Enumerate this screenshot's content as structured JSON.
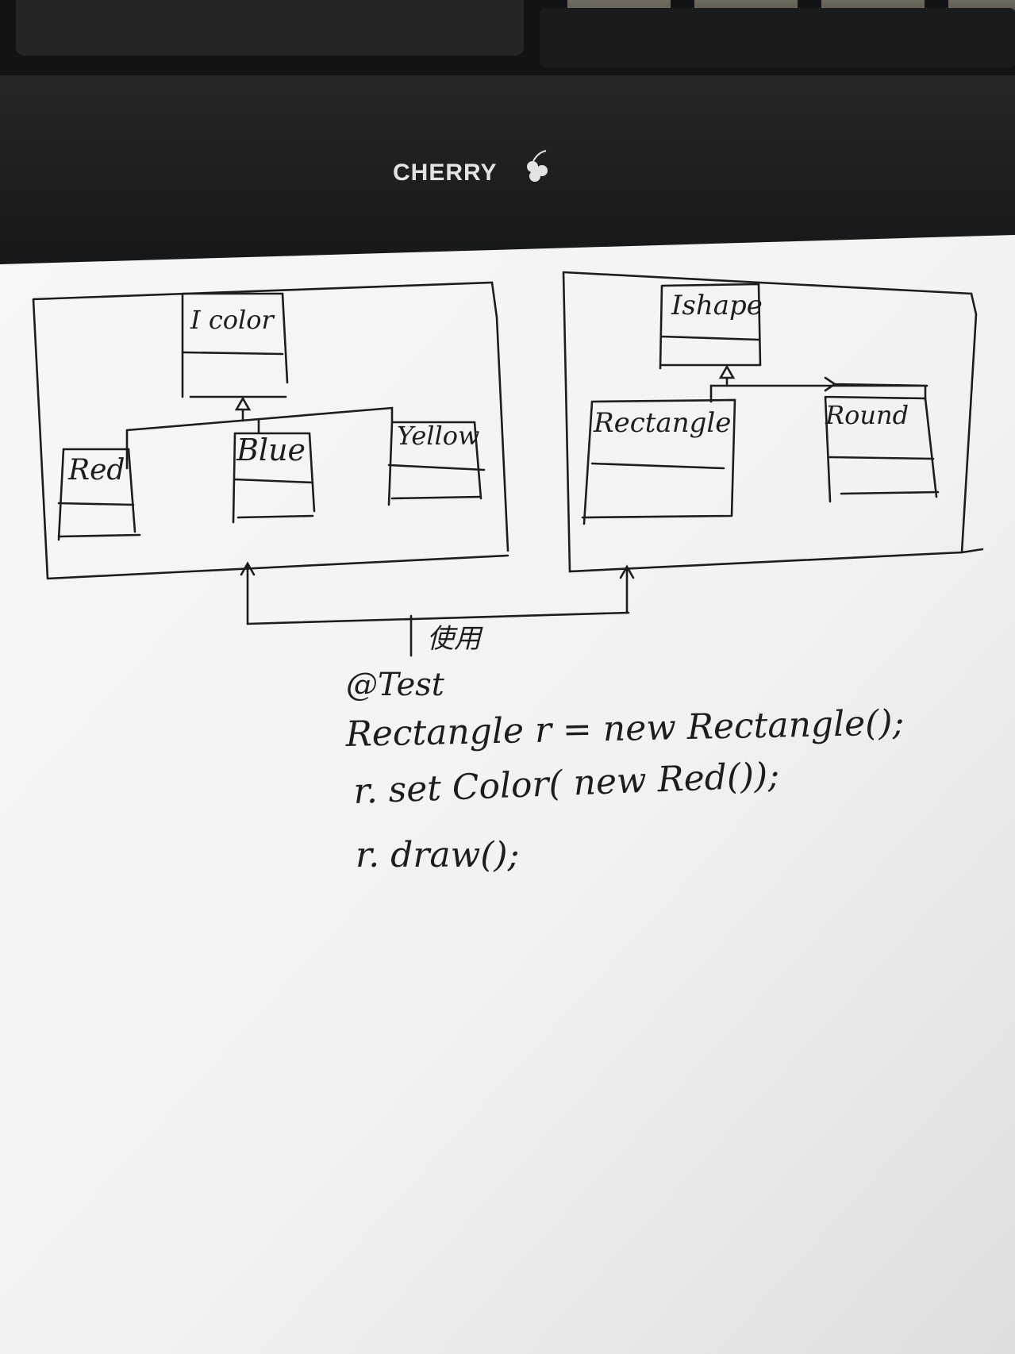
{
  "keyboard": {
    "brand": "CHERRY",
    "logo_icon": "cherry-icon"
  },
  "diagram": {
    "left_group": {
      "interface": "I color",
      "classes": [
        "Red",
        "Blue",
        "Yellow"
      ]
    },
    "right_group": {
      "interface": "Ishape",
      "classes": [
        "Rectangle",
        "Round"
      ]
    },
    "relation_label": "使用"
  },
  "code": {
    "lines": [
      "@Test",
      "Rectangle r = new Rectangle();",
      "r. set Color( new Red());",
      "r. draw();"
    ]
  },
  "colors": {
    "ink": "#1d1d1d",
    "paper": "#f4f4f4",
    "keyboard": "#1c1e1f"
  }
}
